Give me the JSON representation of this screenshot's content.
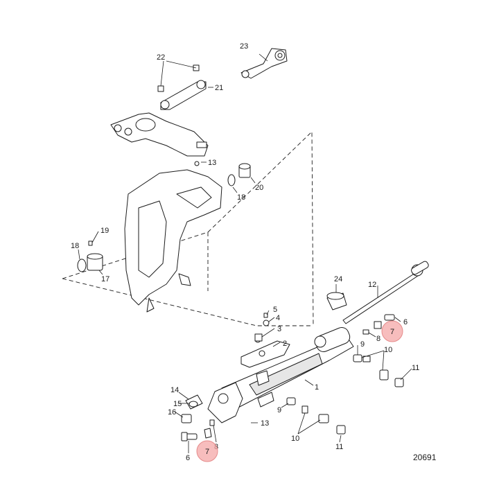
{
  "figure_number": "20691",
  "callouts": [
    {
      "id": "c23",
      "text": "23"
    },
    {
      "id": "c22",
      "text": "22"
    },
    {
      "id": "c21",
      "text": "21"
    },
    {
      "id": "c13",
      "text": "13"
    },
    {
      "id": "c20",
      "text": "20"
    },
    {
      "id": "c18a",
      "text": "18"
    },
    {
      "id": "c19",
      "text": "19"
    },
    {
      "id": "c18b",
      "text": "18"
    },
    {
      "id": "c17",
      "text": "17"
    },
    {
      "id": "c24",
      "text": "24"
    },
    {
      "id": "c12",
      "text": "12"
    },
    {
      "id": "c5",
      "text": "5"
    },
    {
      "id": "c4",
      "text": "4"
    },
    {
      "id": "c3",
      "text": "3"
    },
    {
      "id": "c2",
      "text": "2"
    },
    {
      "id": "c6a",
      "text": "6"
    },
    {
      "id": "c8a",
      "text": "8"
    },
    {
      "id": "c9a",
      "text": "9"
    },
    {
      "id": "c10a",
      "text": "10"
    },
    {
      "id": "c11a",
      "text": "11"
    },
    {
      "id": "c1",
      "text": "1"
    },
    {
      "id": "c14",
      "text": "14"
    },
    {
      "id": "c15",
      "text": "15"
    },
    {
      "id": "c16",
      "text": "16"
    },
    {
      "id": "c9b",
      "text": "9"
    },
    {
      "id": "c13b",
      "text": "13"
    },
    {
      "id": "c10b",
      "text": "10"
    },
    {
      "id": "c11b",
      "text": "11"
    },
    {
      "id": "c6b",
      "text": "6"
    },
    {
      "id": "c8b",
      "text": "8"
    }
  ],
  "highlight_callouts": [
    {
      "id": "h7a",
      "text": "7"
    },
    {
      "id": "h7b",
      "text": "7"
    }
  ],
  "highlight_color": "#f4a7a7"
}
